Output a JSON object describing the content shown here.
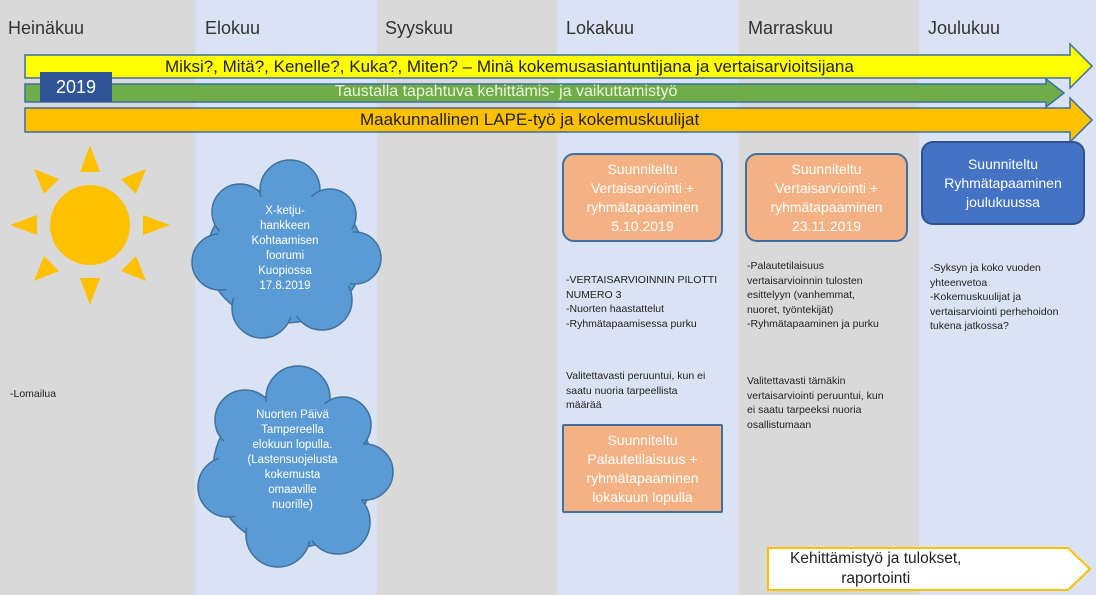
{
  "months": [
    "Heinäkuu",
    "Elokuu",
    "Syyskuu",
    "Lokakuu",
    "Marraskuu",
    "Joulukuu"
  ],
  "year_label": "2019",
  "arrows": {
    "yellow": "Miksi?, Mitä?, Kenelle?, Kuka?, Miten? – Minä kokemusasiantuntijana ja vertaisarvioitsijana",
    "green": "Taustalla tapahtuva kehittämis- ja vaikuttamistyö",
    "orange": "Maakunnallinen LAPE-työ ja kokemuskuulijat",
    "bottom": "Kehittämistyö ja tulokset,\nraportointi"
  },
  "heinakuu": {
    "note": "-Lomailua"
  },
  "elokuu": {
    "cloud1": "X-ketju-\nhankkeen\nKohtaamisen\nfoorumi\nKuopiossa\n17.8.2019",
    "cloud2": "Nuorten Päivä\nTampereella\nelokuun lopulla.\n(Lastensuojelusta\nkokemusta\nomaaville\nnuorille)"
  },
  "lokakuu": {
    "box1": "Suunniteltu\nVertaisarviointi +\nryhmätapaaminen\n5.10.2019",
    "note1": "-VERTAISARVIOINNIN PILOTTI\nNUMERO 3\n-Nuorten haastattelut\n-Ryhmätapaamisessa purku",
    "note2": "Valitettavasti peruuntui, kun ei\nsaatu nuoria tarpeellista\nmäärää",
    "box2": "Suunniteltu\nPalautetilaisuus +\nryhmätapaaminen\nlokakuun lopulla"
  },
  "marraskuu": {
    "box": "Suunniteltu\nVertaisarviointi +\nryhmätapaaminen\n23.11.2019",
    "note1": "-Palautetilaisuus\nvertaisarvioinnin tulosten\nesittelyyn (vanhemmat,\nnuoret, työntekijät)\n-Ryhmätapaaminen ja purku",
    "note2": "Valitettavasti tämäkin\nvertaisarviointi peruuntui, kun\nei saatu tarpeeksi nuoria\nosallistumaan"
  },
  "joulukuu": {
    "box": "Suunniteltu\nRyhmätapaaminen\njoulukuussa",
    "note": "-Syksyn ja koko vuoden\nyhteenvetoa\n-Kokemuskuulijat ja\nvertaisarviointi perhehoidon\ntukena jatkossa?"
  },
  "colors": {
    "col_light": "#dae3f3",
    "col_gray": "#d9d9d9",
    "yellow_arrow": "#ffff00",
    "green_arrow": "#70ad47",
    "orange_arrow": "#ffc000",
    "cloud": "#5b9bd5",
    "sun": "#ffc000",
    "year_box": "#2f5597"
  }
}
